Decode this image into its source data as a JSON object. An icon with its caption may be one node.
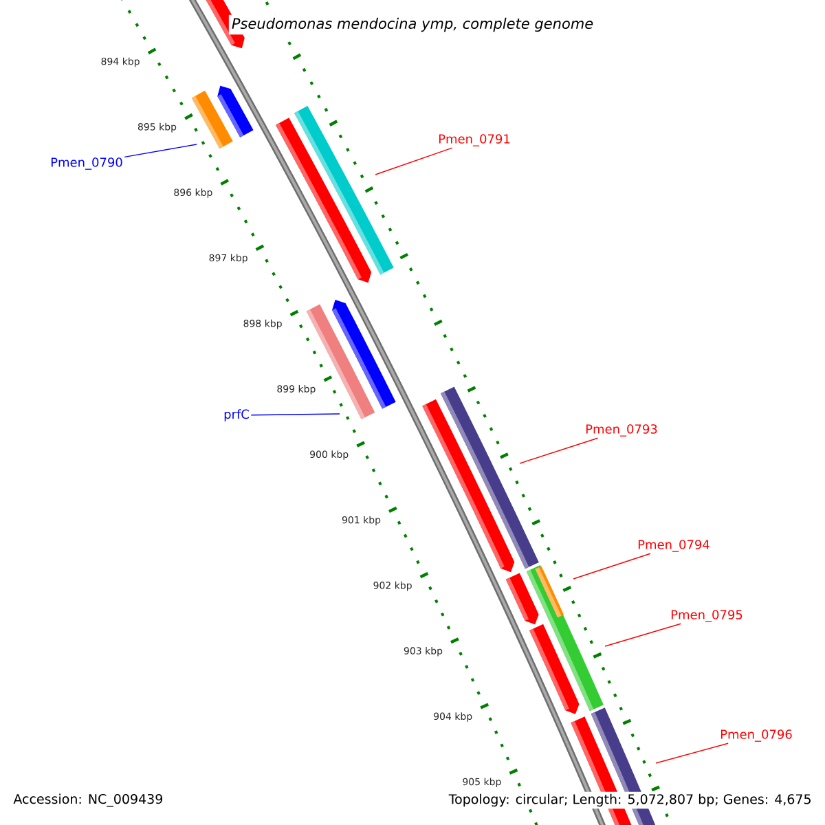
{
  "diagram": {
    "title": "*Pseudomonas mendocina* ymp, complete genome",
    "nodes": [
      {
        "text": [
          "Pmen_0791"
        ]
      },
      {
        "text": [
          "Pmen_0790"
        ]
      },
      {
        "text": [
          "prfC"
        ]
      },
      {
        "text": [
          "Pmen_0793"
        ]
      },
      {
        "text": [
          "Pmen_0794"
        ]
      },
      {
        "text": [
          "Pmen_0795"
        ]
      },
      {
        "text": [
          "Pmen_0796"
        ]
      }
    ],
    "edges": [
      {
        "from": 0,
        "to": null,
        "arrow": "none",
        "color": "#ff0000"
      },
      {
        "from": 1,
        "to": null,
        "arrow": "none",
        "color": "#0000ff"
      },
      {
        "from": 2,
        "to": null,
        "arrow": "none",
        "color": "#0000ff"
      },
      {
        "from": 3,
        "to": null,
        "arrow": "none",
        "color": "#ff0000"
      },
      {
        "from": 4,
        "to": null,
        "arrow": "none",
        "color": "#ff0000"
      },
      {
        "from": 5,
        "to": null,
        "arrow": "none",
        "color": "#ff0000"
      },
      {
        "from": 6,
        "to": null,
        "arrow": "none",
        "color": "#ff0000"
      }
    ],
    "labels": [
      "894 kbp",
      "895 kbp",
      "896 kbp",
      "897 kbp",
      "898 kbp",
      "899 kbp",
      "900 kbp",
      "901 kbp",
      "902 kbp",
      "903 kbp",
      "904 kbp",
      "905 kbp",
      "Accession: NC_009439",
      "Topology: circular; Length: 5,072,807 bp; Genes: 4,675"
    ]
  }
}
